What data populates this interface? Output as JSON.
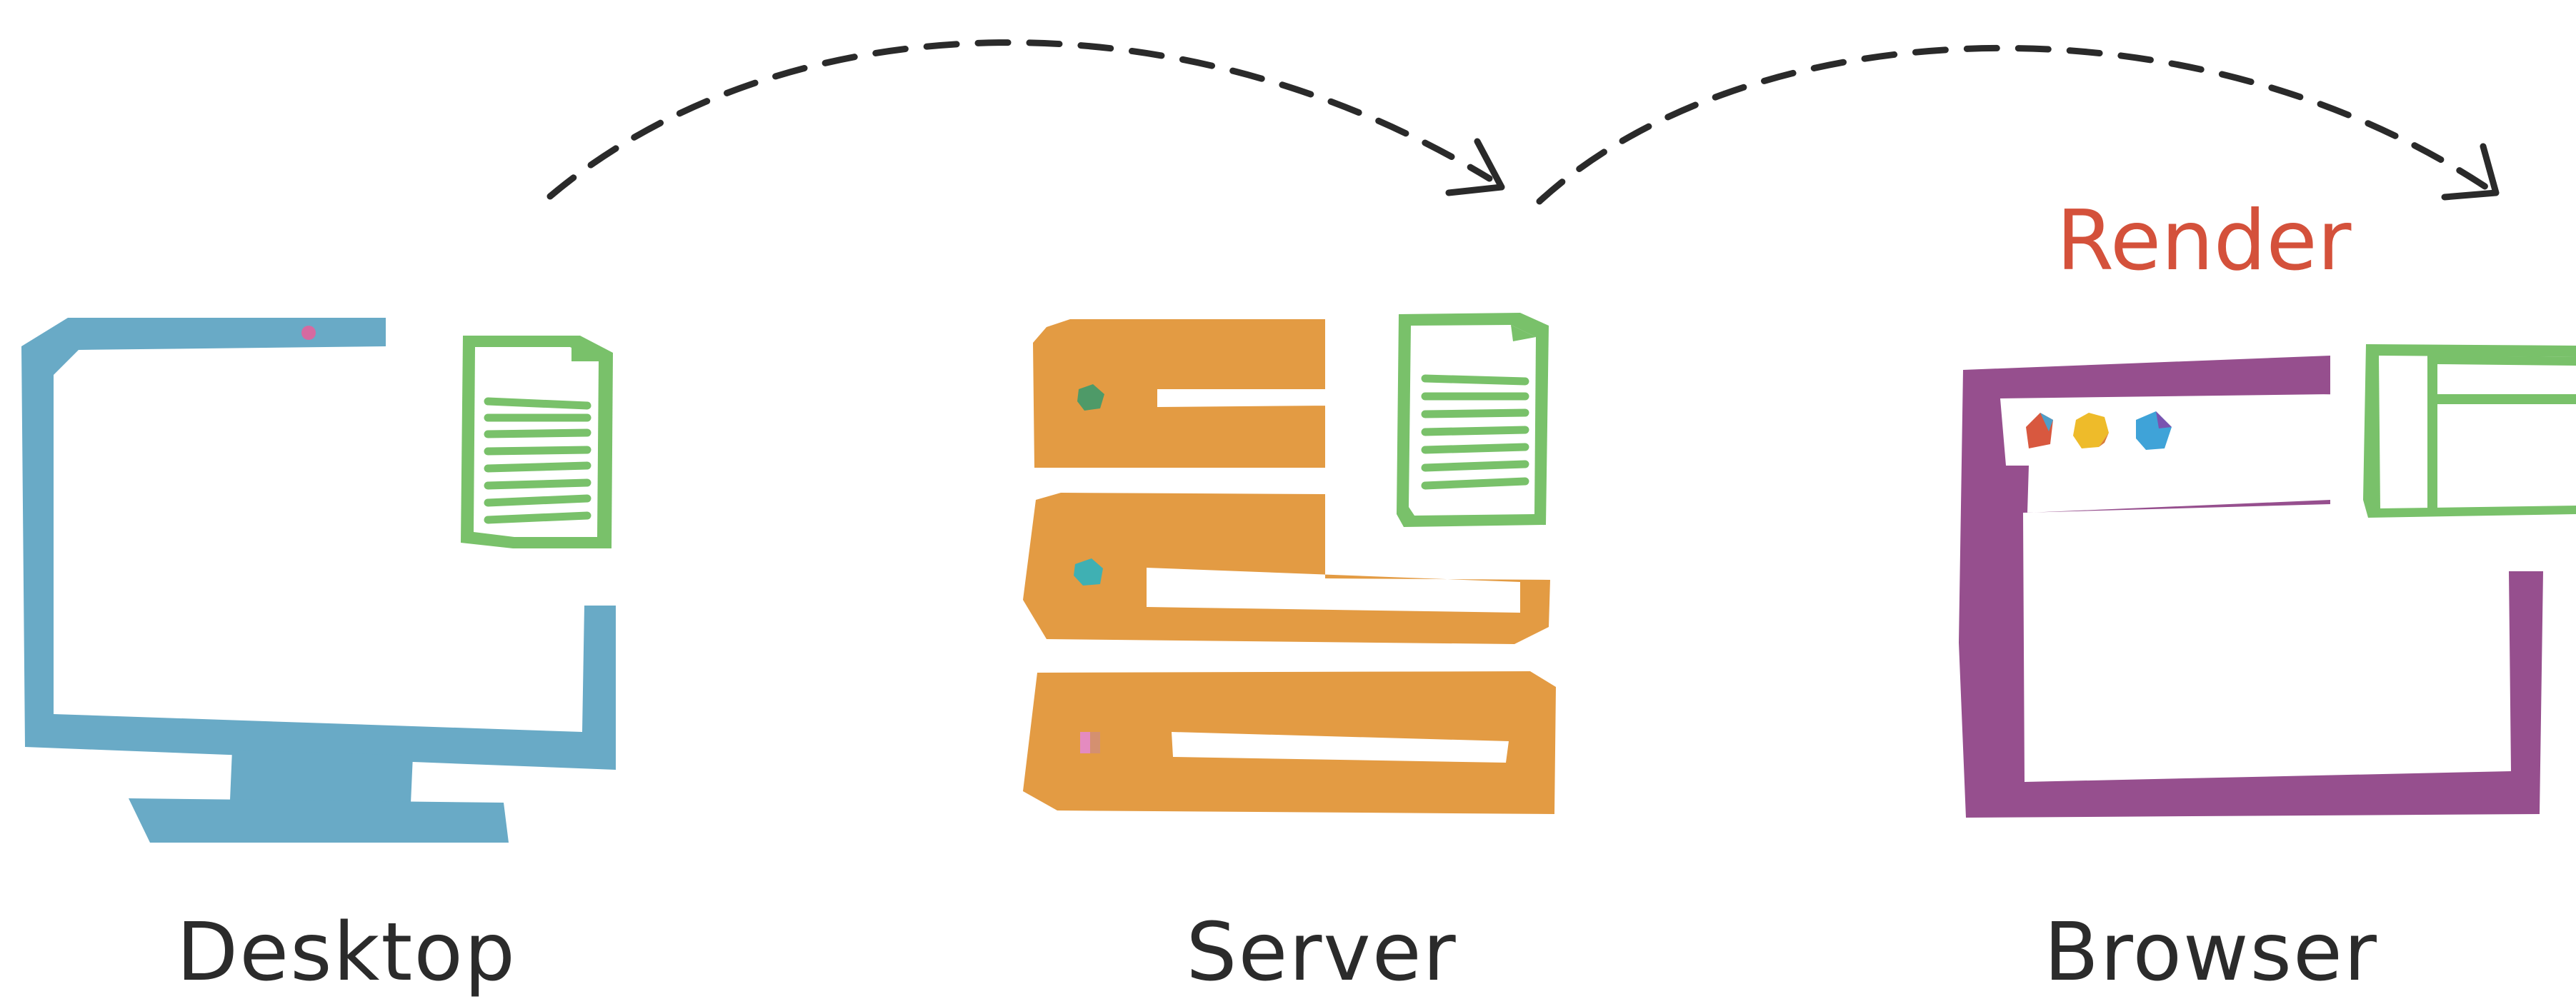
{
  "nodes": [
    {
      "id": "desktop",
      "label": "Desktop",
      "color": "#69aac6",
      "icon": "desktop-monitor-icon"
    },
    {
      "id": "server",
      "label": "Server",
      "color": "#e39b43",
      "icon": "server-stack-icon"
    },
    {
      "id": "browser",
      "label": "Browser",
      "color": "#964f8e",
      "icon": "browser-window-icon"
    }
  ],
  "edges": [
    {
      "from": "desktop",
      "to": "server",
      "label": "",
      "style": "dashed"
    },
    {
      "from": "server",
      "to": "browser",
      "label": "Render",
      "style": "dashed"
    }
  ],
  "annotations": {
    "render_label": "Render",
    "render_color": "#d4513b"
  },
  "colors": {
    "document_green": "#79c16a",
    "arrow": "#2a2a2a",
    "label_text": "#2b2b2b"
  }
}
